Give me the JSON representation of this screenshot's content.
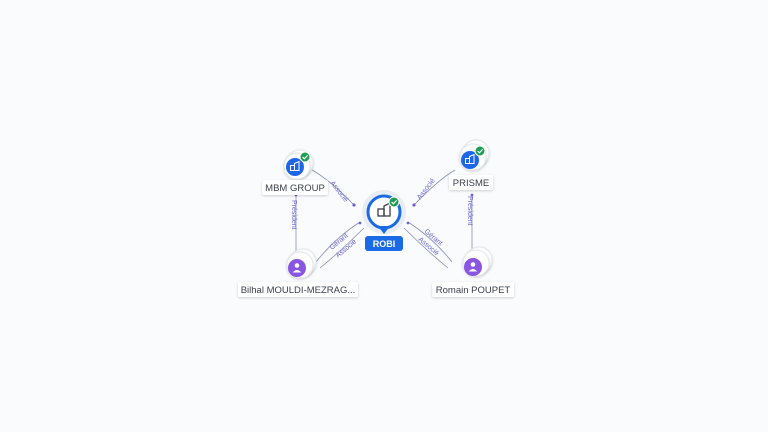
{
  "colors": {
    "company": "#1e66e8",
    "person": "#8a55e0",
    "verified": "#1f9d55",
    "edge": "#7f86b8",
    "edge_label": "#6b63d6",
    "center_badge": "#1a6ae6"
  },
  "nodes": {
    "center": {
      "label": "ROBI",
      "icon": "building-icon"
    },
    "mbm": {
      "label": "MBM GROUP",
      "icon": "building-icon"
    },
    "prisme": {
      "label": "PRISME",
      "icon": "building-icon"
    },
    "bilhal": {
      "label": "Bilhal MOULDI-MEZRAG...",
      "icon": "person-icon"
    },
    "romain": {
      "label": "Romain POUPET",
      "icon": "person-icon"
    }
  },
  "edges": {
    "mbm_robi": "Associé",
    "prisme_robi": "Associé",
    "mbm_bilhal": "Président",
    "prisme_romain": "Président",
    "bilhal_robi_1": "Gérant",
    "bilhal_robi_2": "Associé",
    "romain_robi_1": "Gérant",
    "romain_robi_2": "Associé"
  }
}
